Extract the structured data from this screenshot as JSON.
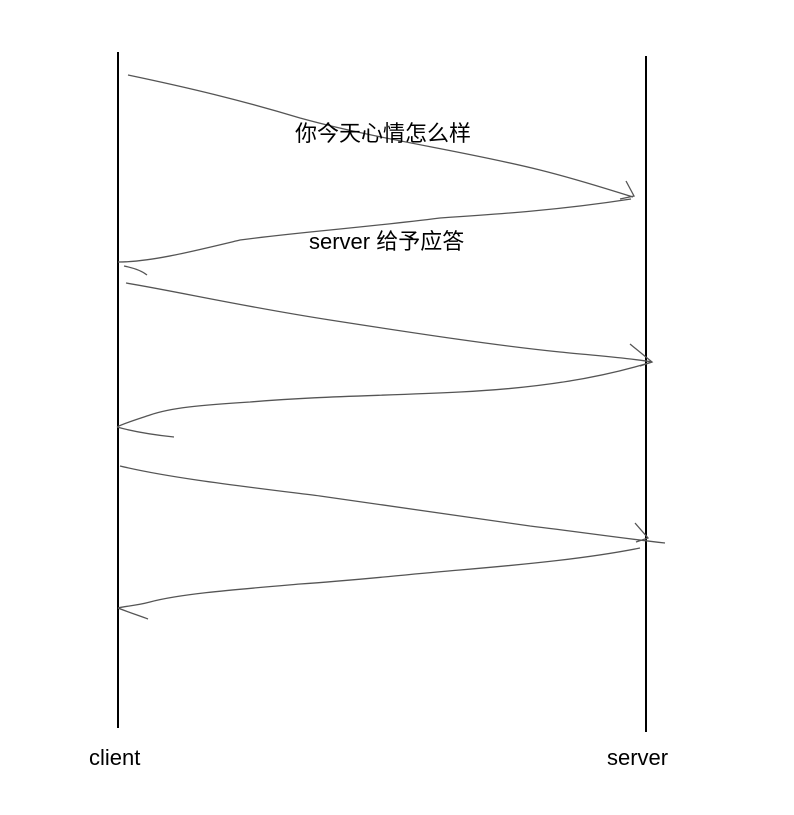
{
  "diagram": {
    "type": "sequence",
    "participants": {
      "client": "client",
      "server": "server"
    },
    "messages": [
      {
        "from": "client",
        "to": "server",
        "label": "你今天心情怎么样"
      },
      {
        "from": "server",
        "to": "client",
        "label": "server 给予应答"
      },
      {
        "from": "client",
        "to": "server",
        "label": ""
      },
      {
        "from": "server",
        "to": "client",
        "label": ""
      },
      {
        "from": "client",
        "to": "server",
        "label": ""
      },
      {
        "from": "server",
        "to": "client",
        "label": ""
      }
    ],
    "colors": {
      "lifeline": "#000000",
      "arrow": "#555555",
      "text": "#000000"
    }
  }
}
